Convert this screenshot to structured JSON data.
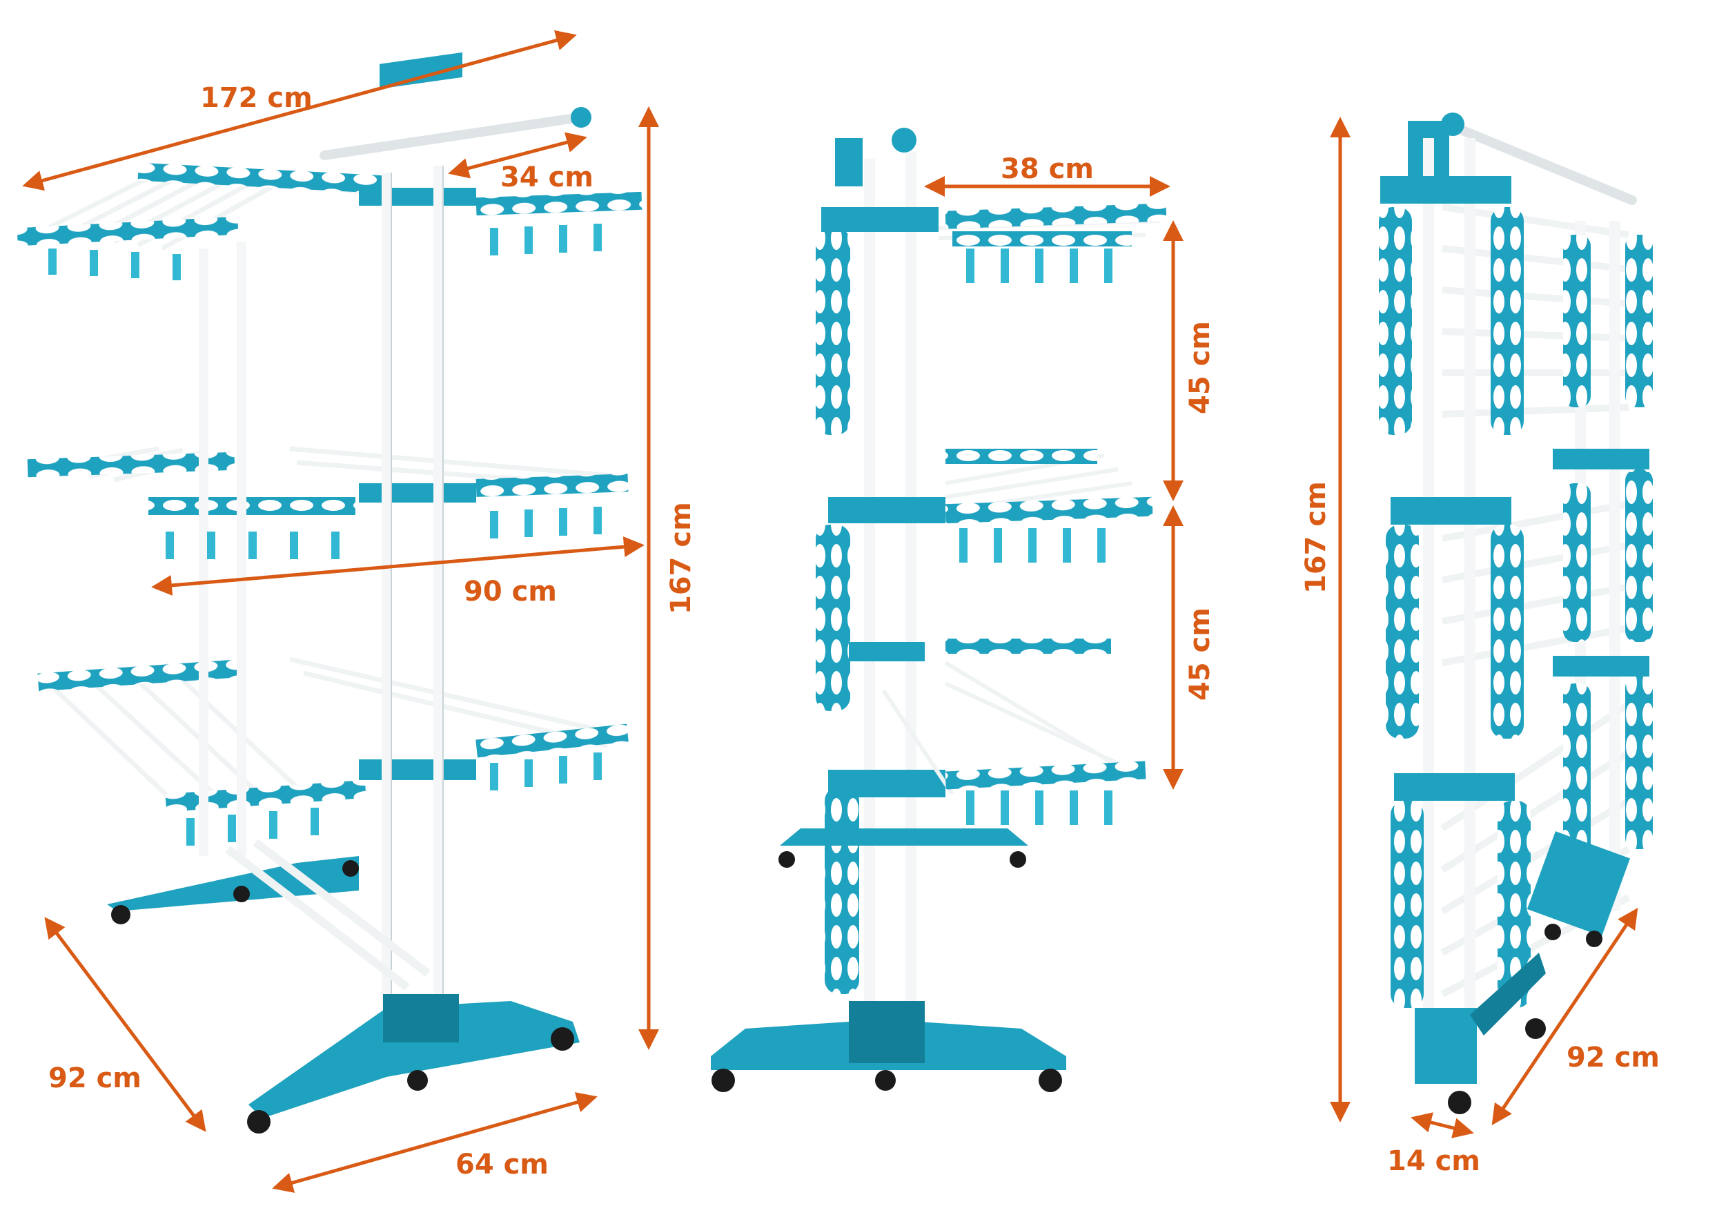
{
  "colors": {
    "frame_teal": "#1fa2bf",
    "frame_teal_dark": "#137f98",
    "rail_white": "#f4f6f7",
    "rail_shadow": "#c9d3d7",
    "dimension_orange": "#d85a14",
    "wheel_black": "#1b1b1b",
    "background": "#ffffff"
  },
  "views": {
    "angled": {
      "width_top": "172 cm",
      "wing_depth": "34 cm",
      "shelf_width": "90 cm",
      "height": "167 cm",
      "base_depth": "92 cm",
      "base_width": "64 cm"
    },
    "side": {
      "wing_width": "38 cm",
      "tier_gap_upper": "45 cm",
      "tier_gap_lower": "45 cm"
    },
    "folded": {
      "height": "167 cm",
      "depth": "92 cm",
      "thickness": "14 cm"
    }
  },
  "icons": {
    "arrow": "double-headed-arrow",
    "clothes_peg": "clothes-peg-icon",
    "caster_wheel": "caster-wheel-icon"
  }
}
